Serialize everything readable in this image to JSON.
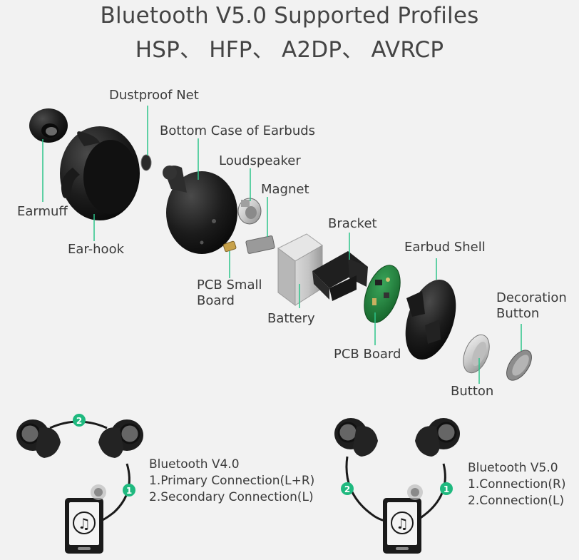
{
  "header": {
    "line1": "Bluetooth V5.0 Supported Profiles",
    "line2": "HSP、 HFP、 A2DP、 AVRCP"
  },
  "parts": {
    "dustproof_net": "Dustproof Net",
    "bottom_case": "Bottom Case of Earbuds",
    "loudspeaker": "Loudspeaker",
    "magnet": "Magnet",
    "earmuff": "Earmuff",
    "ear_hook": "Ear-hook",
    "bracket": "Bracket",
    "earbud_shell": "Earbud Shell",
    "pcb_small_board": "PCB Small\nBoard",
    "battery": "Battery",
    "decoration_button": "Decoration\nButton",
    "pcb_board": "PCB Board",
    "button": "Button"
  },
  "connection_v4": {
    "title": "Bluetooth V4.0",
    "line1": "1.Primary Connection(L+R)",
    "line2": "2.Secondary Connection(L)",
    "badge_top": "2",
    "badge_right": "1"
  },
  "connection_v5": {
    "title": "Bluetooth V5.0",
    "line1": "1.Connection(R)",
    "line2": "2.Connection(L)",
    "badge_left": "2",
    "badge_right": "1"
  },
  "colors": {
    "accent": "#1fb97f",
    "leader": "#2cc48a",
    "device": "#1a1a1a",
    "pcb": "#1f8a3c"
  },
  "icons": [
    "music-note-icon",
    "phone-icon",
    "earbud-icon"
  ]
}
